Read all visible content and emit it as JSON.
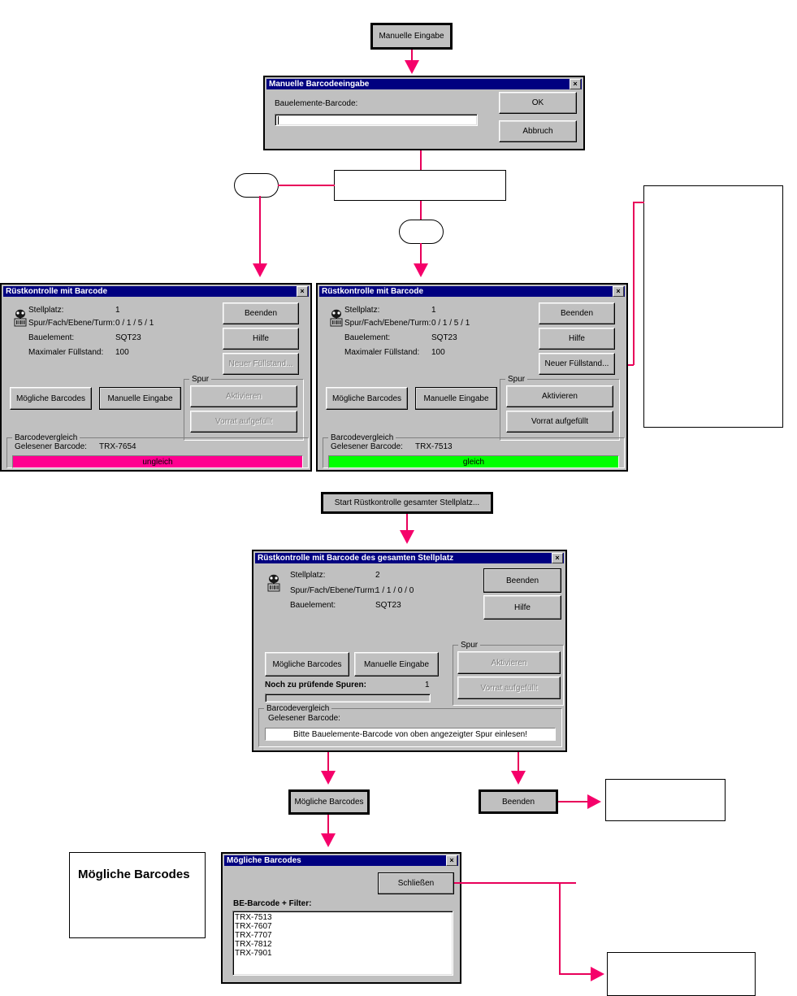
{
  "flow": {
    "nodes": {
      "manuelle_eingabe_top": "Manuelle Eingabe",
      "start_gesamt": "Start Rüstkontrolle gesamter Stellplatz...",
      "moegliche_barcodes_node": "Mögliche Barcodes",
      "beenden_node": "Beenden",
      "legend_box": "Mögliche Barcodes",
      "empty_box_mid": "",
      "empty_box_right_top": "",
      "empty_box_right_beenden": "",
      "empty_box_right_bottom": "",
      "terminator_left": "",
      "terminator_mid": ""
    }
  },
  "dialog_manuelle_barcodeeingabe": {
    "title": "Manuelle Barcodeeingabe",
    "close_label": "×",
    "field_label": "Bauelemente-Barcode:",
    "field_value": "",
    "buttons": {
      "ok": "OK",
      "abbruch": "Abbruch"
    }
  },
  "dialog_ruestkontrolle_ungleich": {
    "title": "Rüstkontrolle mit Barcode",
    "close_label": "×",
    "icon": "barcode-scanner-icon",
    "rows": [
      {
        "label": "Stellplatz:",
        "value": "1"
      },
      {
        "label": "Spur/Fach/Ebene/Turm:",
        "value": "0 / 1 / 5 / 1"
      },
      {
        "label": "Bauelement:",
        "value": "SQT23"
      },
      {
        "label": "Maximaler Füllstand:",
        "value": "100"
      }
    ],
    "buttons": {
      "beenden": "Beenden",
      "hilfe": "Hilfe",
      "neuer_fuellstand": "Neuer Füllstand...",
      "moegliche_barcodes": "Mögliche Barcodes",
      "manuelle_eingabe": "Manuelle Eingabe",
      "aktivieren": "Aktivieren",
      "vorrat_aufgefuellt": "Vorrat aufgefüllt"
    },
    "group_spur": "Spur",
    "group_barcodevergleich": "Barcodevergleich",
    "gelesener_label": "Gelesener Barcode:",
    "gelesener_value": "TRX-7654",
    "status_text": "ungleich",
    "status_color": "#ff0090"
  },
  "dialog_ruestkontrolle_gleich": {
    "title": "Rüstkontrolle mit Barcode",
    "close_label": "×",
    "icon": "barcode-scanner-icon",
    "rows": [
      {
        "label": "Stellplatz:",
        "value": "1"
      },
      {
        "label": "Spur/Fach/Ebene/Turm:",
        "value": "0 / 1 / 5 / 1"
      },
      {
        "label": "Bauelement:",
        "value": "SQT23"
      },
      {
        "label": "Maximaler Füllstand:",
        "value": "100"
      }
    ],
    "buttons": {
      "beenden": "Beenden",
      "hilfe": "Hilfe",
      "neuer_fuellstand": "Neuer Füllstand...",
      "moegliche_barcodes": "Mögliche Barcodes",
      "manuelle_eingabe": "Manuelle Eingabe",
      "aktivieren": "Aktivieren",
      "vorrat_aufgefuellt": "Vorrat aufgefüllt"
    },
    "group_spur": "Spur",
    "group_barcodevergleich": "Barcodevergleich",
    "gelesener_label": "Gelesener Barcode:",
    "gelesener_value": "TRX-7513",
    "status_text": "gleich",
    "status_color": "#00ff00"
  },
  "dialog_gesamter_stellplatz": {
    "title": "Rüstkontrolle mit Barcode des gesamten Stellplatz",
    "close_label": "×",
    "icon": "barcode-scanner-icon",
    "rows": [
      {
        "label": "Stellplatz:",
        "value": "2"
      },
      {
        "label": "Spur/Fach/Ebene/Turm:",
        "value": "1 / 1 / 0 / 0"
      },
      {
        "label": "Bauelement:",
        "value": "SQT23"
      }
    ],
    "buttons": {
      "beenden": "Beenden",
      "hilfe": "Hilfe",
      "moegliche_barcodes": "Mögliche Barcodes",
      "manuelle_eingabe": "Manuelle Eingabe",
      "aktivieren": "Aktivieren",
      "vorrat_aufgefuellt": "Vorrat aufgefüllt"
    },
    "group_spur": "Spur",
    "group_barcodevergleich": "Barcodevergleich",
    "spuren_label": "Noch zu prüfende Spuren:",
    "spuren_value": "1",
    "progress_value": "",
    "gelesener_label": "Gelesener Barcode:",
    "hint_text": "Bitte Bauelemente-Barcode von oben angezeigter Spur einlesen!"
  },
  "dialog_moegliche_barcodes": {
    "title": "Mögliche Barcodes",
    "close_label": "×",
    "close_button": "Schließen",
    "list_label": "BE-Barcode + Filter:",
    "items": [
      "TRX-7513",
      "TRX-7607",
      "TRX-7707",
      "TRX-7812",
      "TRX-7901"
    ]
  },
  "colors": {
    "titlebar": "#000080",
    "dialog_face": "#c0c0c0",
    "connector": "#e8005a",
    "status_ungleich": "#ff0090",
    "status_gleich": "#00ff00"
  }
}
